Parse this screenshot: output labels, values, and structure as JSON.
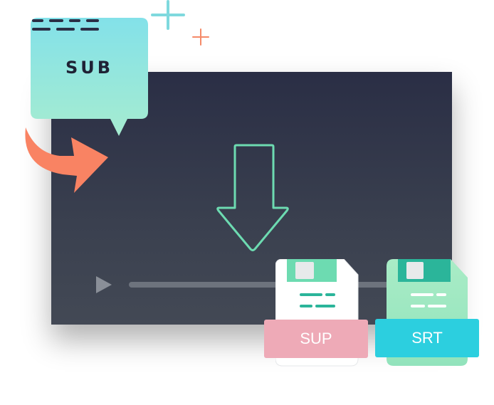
{
  "decorations": {
    "plus_cyan_color": "#7fd9de",
    "plus_orange_color": "#f58a68"
  },
  "subtitle_bubble": {
    "label": "SUB",
    "icon": "speech-bubble-icon"
  },
  "video_player": {
    "play_icon": "play-icon",
    "download_icon": "down-arrow-icon",
    "accent_color": "#6ddbb1"
  },
  "curved_arrow": {
    "icon": "curved-arrow-icon",
    "color": "#f98363"
  },
  "files": {
    "sup": {
      "label": "SUP",
      "color": "#eeaab7",
      "icon": "file-icon"
    },
    "srt": {
      "label": "SRT",
      "color": "#2ccfdf",
      "icon": "file-icon"
    }
  }
}
